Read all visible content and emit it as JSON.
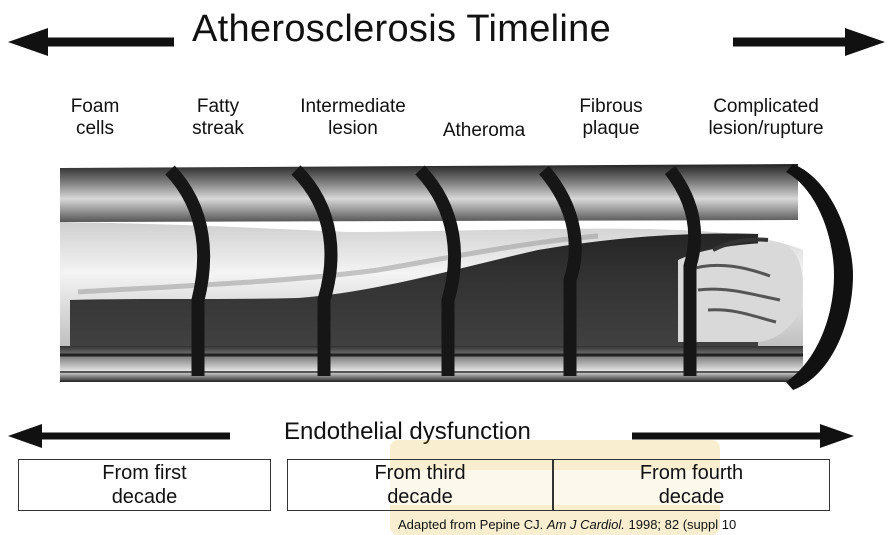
{
  "title": "Atherosclerosis Timeline",
  "stages": [
    {
      "label": "Foam\ncells"
    },
    {
      "label": "Fatty\nstreak"
    },
    {
      "label": "Intermediate\nlesion"
    },
    {
      "label": "Atheroma"
    },
    {
      "label": "Fibrous\nplaque"
    },
    {
      "label": "Complicated\nlesion/rupture"
    }
  ],
  "endothelial": "Endothelial dysfunction",
  "decades": [
    {
      "label": "From first\ndecade"
    },
    {
      "label": "From third\ndecade"
    },
    {
      "label": "From fourth\ndecade"
    }
  ],
  "citation": {
    "prefix": "Adapted from Pepine CJ. ",
    "journal": "Am J Cardiol.",
    "suffix": " 1998; 82 (suppl 10"
  },
  "colors": {
    "ink": "#111111",
    "artery_dark": "#1a1a1a",
    "artery_mid": "#6a6a6a",
    "watermark": "#e0a800"
  }
}
